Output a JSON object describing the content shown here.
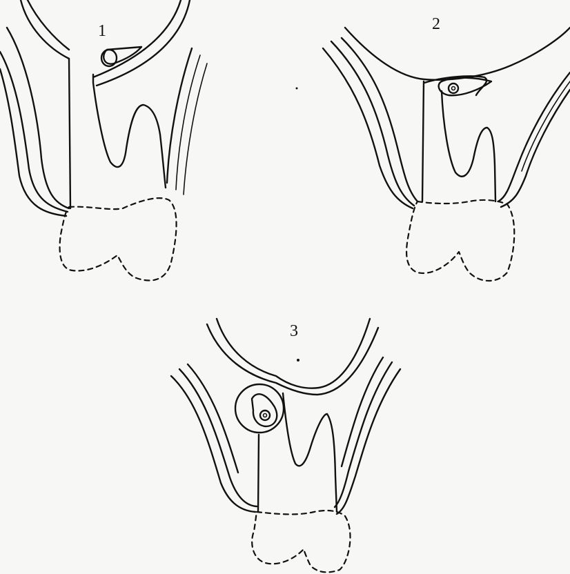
{
  "panels": [
    {
      "label": "1"
    },
    {
      "label": "2"
    },
    {
      "label": "3"
    }
  ]
}
